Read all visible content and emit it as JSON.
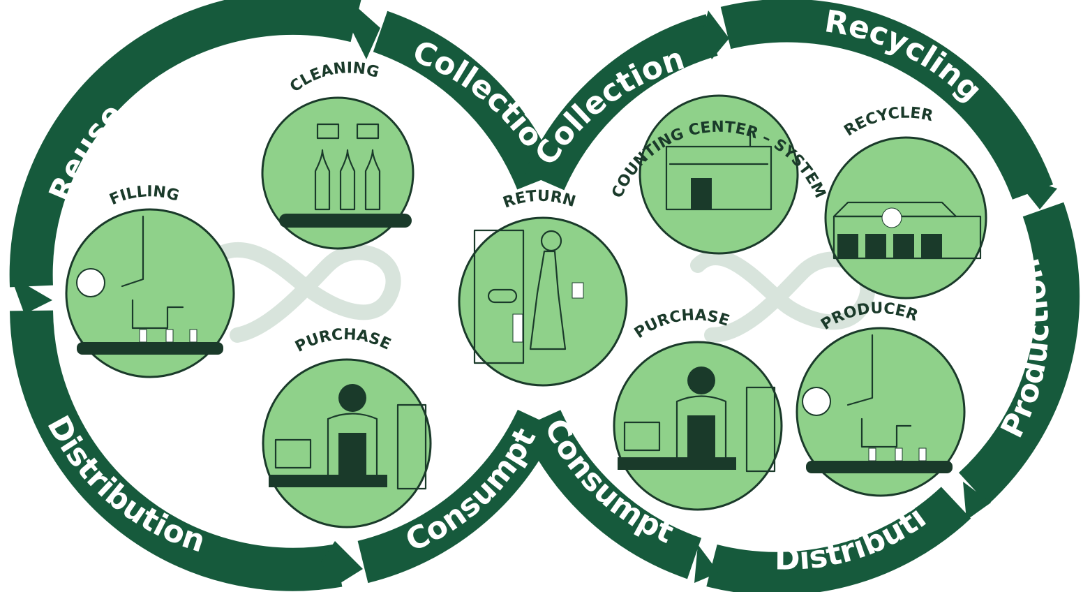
{
  "colors": {
    "ring": "#165a3c",
    "node_fill": "#8fd18a",
    "ink": "#1a3a2a",
    "ghost": "#d8e4dc"
  },
  "left_loop": {
    "segments": {
      "reuse": "Reuse",
      "collection": "Collection",
      "consumption": "Consumption",
      "distribution": "Distribution"
    },
    "nodes": {
      "cleaning": "CLEANING",
      "filling": "FILLING",
      "purchase": "PURCHASE"
    }
  },
  "center": {
    "return": "RETURN"
  },
  "right_loop": {
    "segments": {
      "collection": "Collection",
      "recycling": "Recycling",
      "production": "Production",
      "distribution": "Distribution",
      "consumption": "Consumption"
    },
    "nodes": {
      "counting_center": "COUNTING CENTER – SYSTEM OPERATOR",
      "recycler": "RECYCLER",
      "purchase": "PURCHASE",
      "producer": "PRODUCER"
    }
  },
  "icons": [
    "conveyor-bottles-icon",
    "filling-machine-icon",
    "cashier-icon",
    "woman-returning-bottle-icon",
    "building-icon",
    "recycling-plant-icon",
    "recycle-symbol-icon"
  ]
}
